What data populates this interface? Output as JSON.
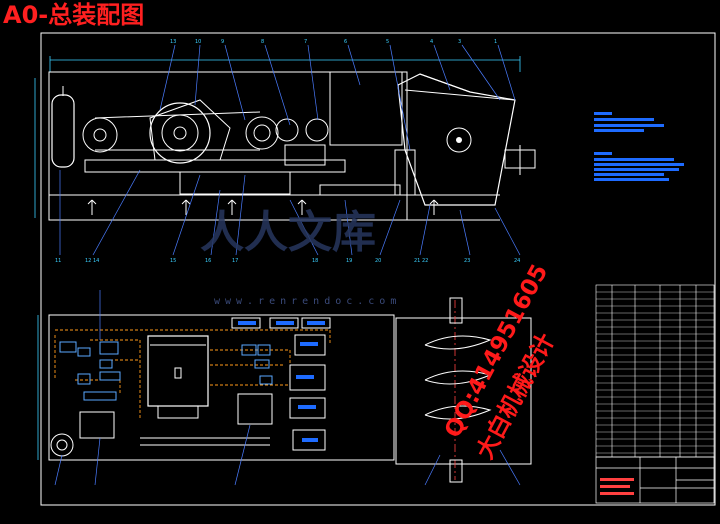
{
  "drawing_title": "A0-总装配图",
  "watermark": {
    "qq_text": "QQ:414951605",
    "studio_text": "大白机械设计",
    "site_text": "www.renrendoc.com",
    "logo_text": "人人文库"
  },
  "colors": {
    "background": "#000000",
    "outline": "#ffffff",
    "dimension": "#3ad0ff",
    "leader": "#4a7cff",
    "centerline": "#ff4040",
    "wiring": "#ff9a1a",
    "component": "#5aa8ff",
    "text_block": "#1e6bff",
    "title_red": "#ff2020"
  },
  "views": {
    "front_view": "main elevation — frame, motor with pulley, belt drive, gears, hopper tank",
    "top_view": "plan view — motor, control boxes, wiring, mixing screw chamber"
  }
}
